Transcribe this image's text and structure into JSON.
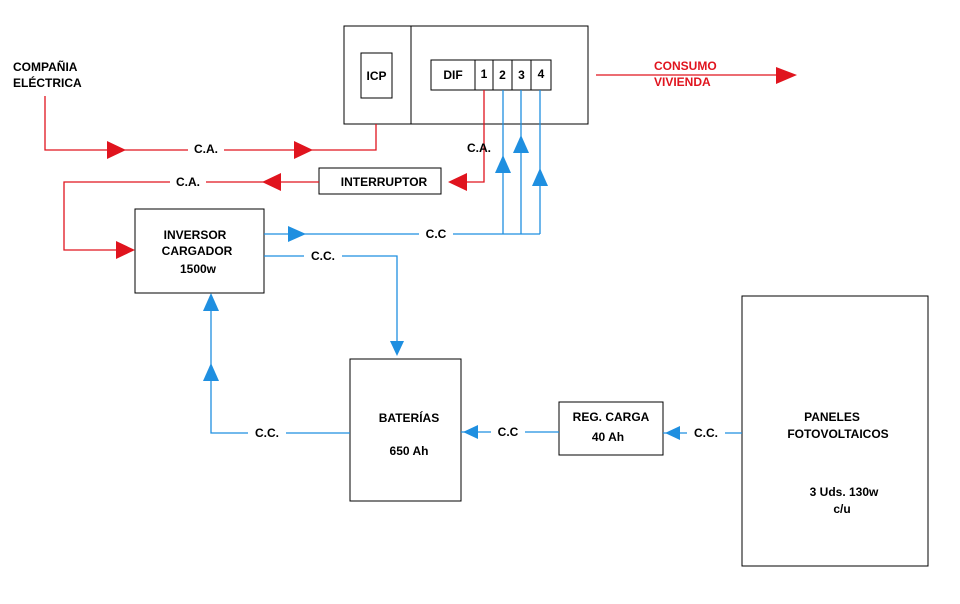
{
  "nodes": {
    "compania": {
      "line1": "COMPAÑIA",
      "line2": "ELÉCTRICA"
    },
    "consumo": {
      "line1": "CONSUMO",
      "line2": "VIVIENDA"
    },
    "icp": "ICP",
    "dif": "DIF",
    "circuits": [
      "1",
      "2",
      "3",
      "4"
    ],
    "interruptor": "INTERRUPTOR",
    "inversor": {
      "line1": "INVERSOR",
      "line2": "CARGADOR",
      "line3": "1500w"
    },
    "baterias": {
      "line1": "BATERÍAS",
      "line2": "650 Ah"
    },
    "regulador": {
      "line1": "REG. CARGA",
      "line2": "40 Ah"
    },
    "paneles": {
      "line1": "PANELES",
      "line2": "FOTOVOLTAICOS",
      "line3": "3 Uds. 130w",
      "line4": "c/u"
    }
  },
  "edge_labels": {
    "ca_compania_icp": "C.A.",
    "ca_dif_interruptor": "C.A.",
    "ca_interruptor_inversor": "C.A.",
    "cc_inversor_circuits": "C.C",
    "cc_inversor_baterias": "C.C.",
    "cc_baterias_inversor": "C.C.",
    "cc_regulador_baterias": "C.C",
    "cc_paneles_regulador": "C.C."
  },
  "colors": {
    "ac_line": "#e0141e",
    "dc_line": "#1f8fe0",
    "box_stroke": "#000000",
    "consumo_text": "#e0141e"
  }
}
